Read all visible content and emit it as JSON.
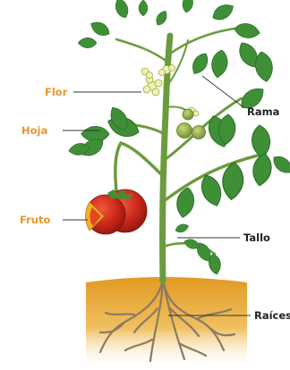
{
  "diagram": {
    "labels": {
      "flor": "Flor",
      "hoja": "Hoja",
      "fruto": "Fruto",
      "rama": "Rama",
      "tallo": "Tallo",
      "raices": "Raíces"
    },
    "colors": {
      "left_labels": "#e8962e",
      "right_labels": "#222222",
      "leaf": "#3f8f37",
      "leaf_dark": "#2b6b27",
      "stem": "#6a9c3e",
      "fruit": "#cc2a1c",
      "soil": "#e9ad3c",
      "roots": "#8a7a63",
      "flower": "#f2efb0"
    }
  }
}
